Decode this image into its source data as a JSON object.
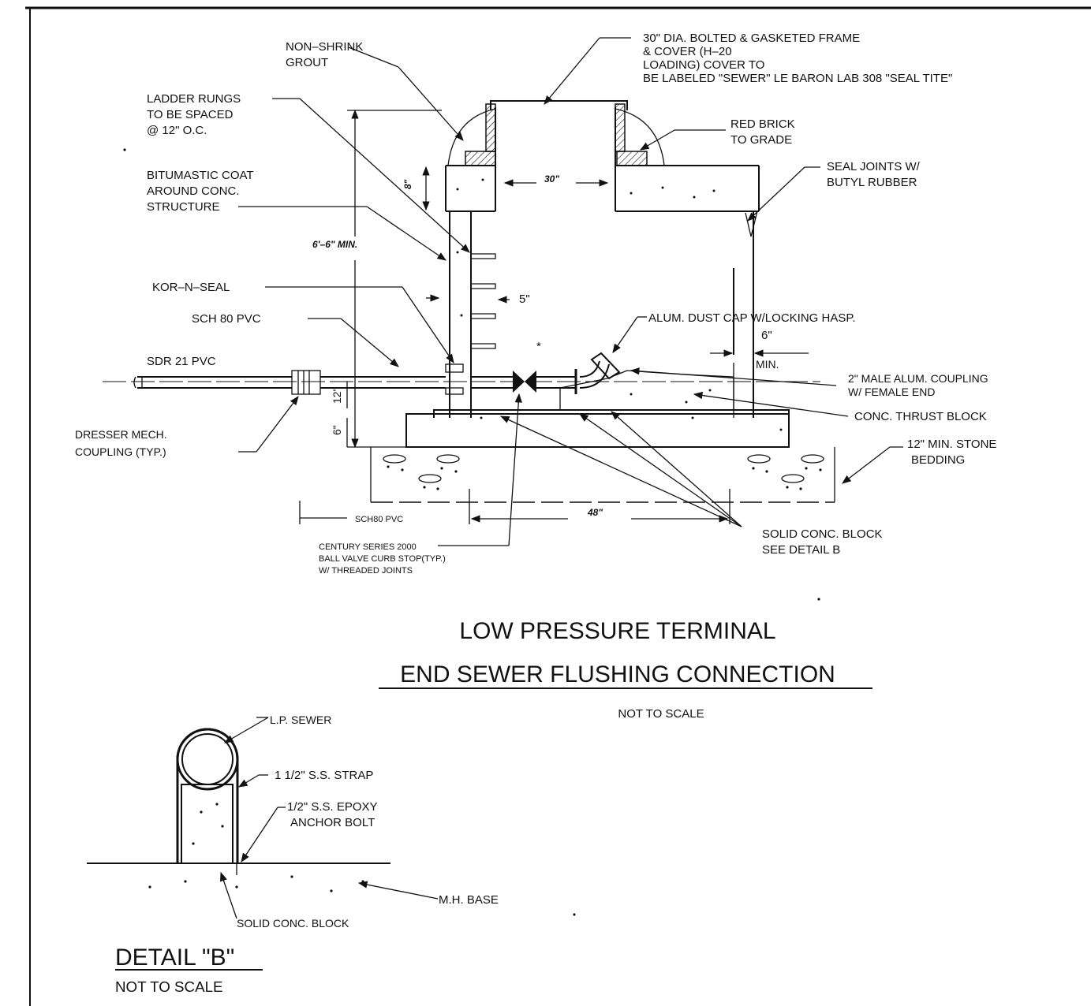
{
  "labels": {
    "non_shrink_1": "NON–SHRINK",
    "non_shrink_2": "GROUT",
    "frame_1": "30\" DIA. BOLTED & GASKETED FRAME",
    "frame_2": "& COVER (H–20",
    "frame_3": "LOADING) COVER TO",
    "frame_4": "BE LABELED \"SEWER\" LE BARON LAB 308 \"SEAL TITE\"",
    "ladder_1": "LADDER RUNGS",
    "ladder_2": "TO BE SPACED",
    "ladder_3": "@ 12\" O.C.",
    "red_brick_1": "RED BRICK",
    "red_brick_2": "TO GRADE",
    "seal_joints_1": "SEAL JOINTS W/",
    "seal_joints_2": "BUTYL RUBBER",
    "bitumastic_1": "BITUMASTIC COAT",
    "bitumastic_2": "AROUND CONC.",
    "bitumastic_3": "STRUCTURE",
    "kor_n_seal": "KOR–N–SEAL",
    "sch80_pvc": "SCH 80 PVC",
    "sdr21_pvc": "SDR 21 PVC",
    "dust_cap": "ALUM. DUST CAP W/LOCKING HASP.",
    "male_coupling_1": "2\" MALE ALUM. COUPLING",
    "male_coupling_2": "W/ FEMALE END",
    "thrust_block": "CONC. THRUST BLOCK",
    "stone_bedding_1": "12\" MIN. STONE",
    "stone_bedding_2": "BEDDING",
    "dresser_1": "DRESSER MECH.",
    "dresser_2": "COUPLING (TYP.)",
    "sch80_bottom": "SCH80 PVC",
    "century_1": "CENTURY SERIES 2000",
    "century_2": "BALL VALVE CURB STOP(TYP.)",
    "century_3": "W/ THREADED JOINTS",
    "solid_block_1": "SOLID CONC. BLOCK",
    "solid_block_2": "SEE DETAIL B"
  },
  "dimensions": {
    "slab": "8\"",
    "opening": "30\"",
    "min_depth": "6'–6\" MIN.",
    "rung": "5\"",
    "six_in": "6\"",
    "min": "MIN.",
    "twelve": "12\"",
    "six_base": "6\"",
    "width": "48\"",
    "valve_mark": "*"
  },
  "title": {
    "line1": "LOW PRESSURE TERMINAL",
    "line2": "END SEWER FLUSHING CONNECTION",
    "scale": "NOT TO SCALE"
  },
  "detail_b": {
    "lp_sewer": "L.P. SEWER",
    "strap": "1 1/2\" S.S. STRAP",
    "bolt_1": "1/2\" S.S. EPOXY",
    "bolt_2": "ANCHOR BOLT",
    "mh_base": "M.H. BASE",
    "solid_block": "SOLID CONC. BLOCK",
    "title": "DETAIL \"B\"",
    "scale": "NOT TO SCALE"
  }
}
